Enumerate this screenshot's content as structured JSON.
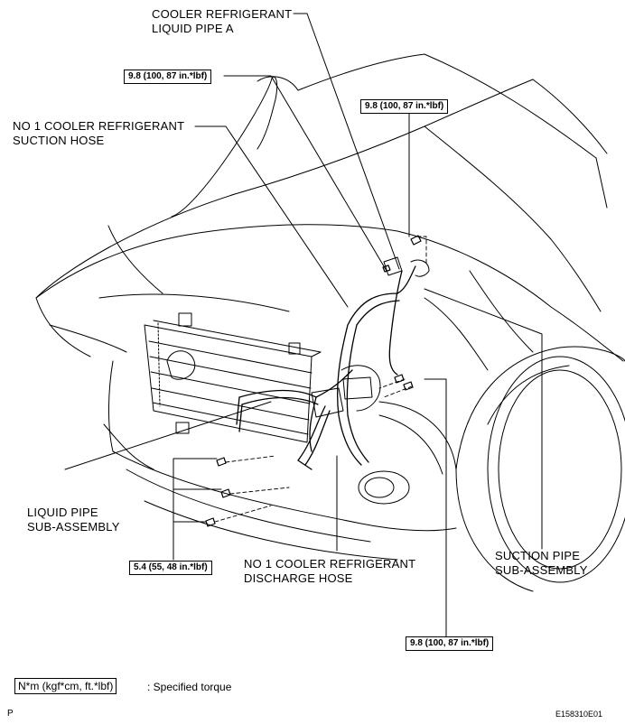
{
  "labels": {
    "cooler_liquid_pipe_a": [
      "COOLER REFRIGERANT",
      "LIQUID PIPE A"
    ],
    "suction_hose": [
      "NO  1 COOLER REFRIGERANT",
      "SUCTION HOSE"
    ],
    "liquid_pipe_sub": [
      "LIQUID PIPE",
      "SUB-ASSEMBLY"
    ],
    "discharge_hose": [
      "NO  1 COOLER REFRIGERANT",
      "DISCHARGE HOSE"
    ],
    "suction_pipe_sub": [
      "SUCTION PIPE",
      "SUB-ASSEMBLY"
    ]
  },
  "torques": {
    "top_left": "9.8 (100, 87 in.*lbf)",
    "top_right": "9.8 (100, 87 in.*lbf)",
    "lower_left": "5.4 (55, 48 in.*lbf)",
    "bottom_right": "9.8 (100, 87 in.*lbf)"
  },
  "legend": {
    "unit_box": "N*m (kgf*cm, ft.*lbf)",
    "description": ": Specified torque"
  },
  "footer": {
    "left_mark": "P",
    "figure_id": "E158310E01"
  }
}
